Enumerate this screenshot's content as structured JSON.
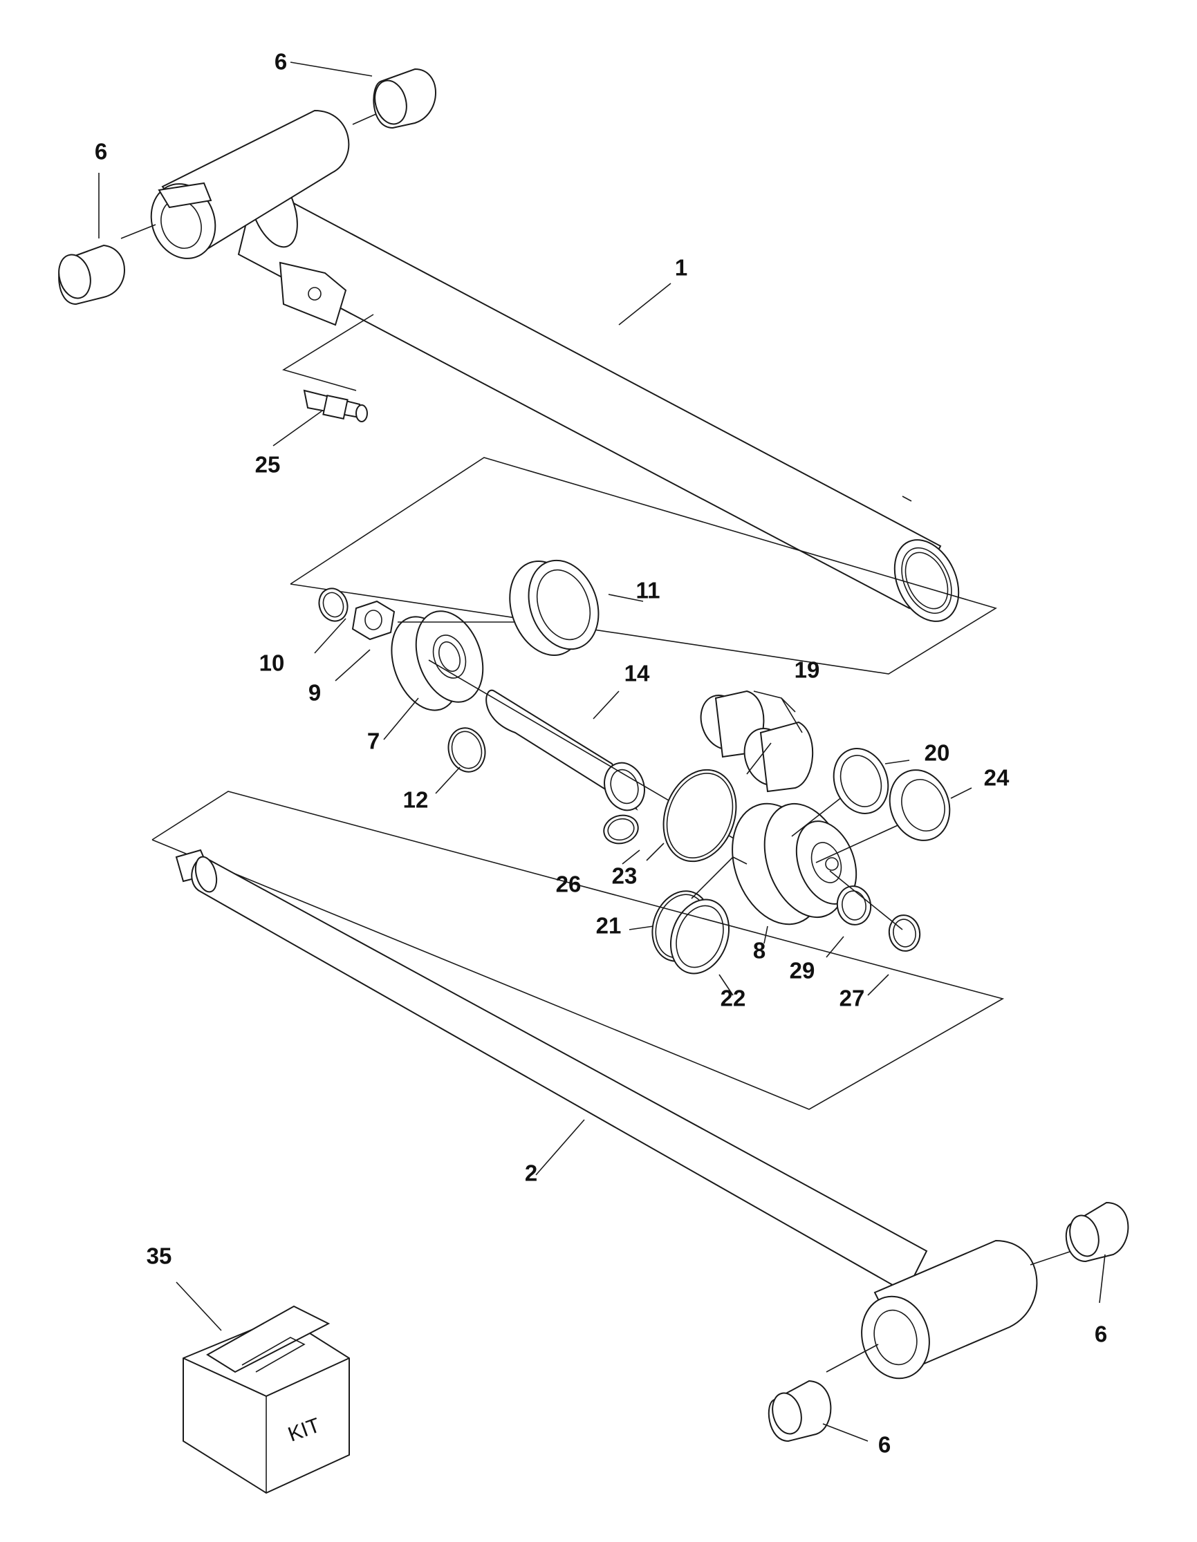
{
  "diagram": {
    "callouts": {
      "c1": "1",
      "c2": "2",
      "c6a": "6",
      "c6b": "6",
      "c6c": "6",
      "c6d": "6",
      "c7": "7",
      "c8": "8",
      "c9": "9",
      "c10": "10",
      "c11": "11",
      "c12": "12",
      "c14": "14",
      "c19": "19",
      "c20": "20",
      "c21": "21",
      "c22": "22",
      "c23": "23",
      "c24": "24",
      "c25": "25",
      "c26": "26",
      "c27": "27",
      "c29": "29",
      "c35": "35"
    },
    "kit_box_label": "KIT"
  }
}
